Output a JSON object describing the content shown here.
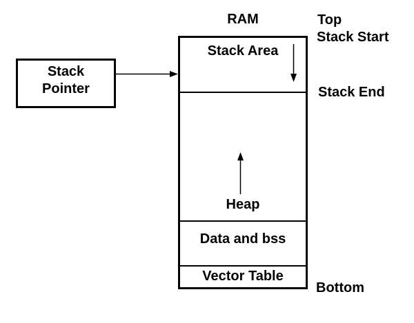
{
  "diagram": {
    "ram_title": "RAM",
    "stack_pointer_box": {
      "line1": "Stack",
      "line2": "Pointer"
    },
    "sections": {
      "stack_area": "Stack Area",
      "heap": "Heap",
      "data_bss": "Data and bss",
      "vector_table": "Vector Table"
    },
    "side_labels": {
      "top": "Top",
      "stack_start": "Stack Start",
      "stack_end": "Stack End",
      "bottom": "Bottom"
    },
    "icons": {
      "stack_pointer_arrow": "right-arrow",
      "stack_growth_arrow": "down-arrow",
      "heap_growth_arrow": "up-arrow"
    },
    "colors": {
      "background": "#ffffff",
      "foreground": "#000000"
    }
  }
}
